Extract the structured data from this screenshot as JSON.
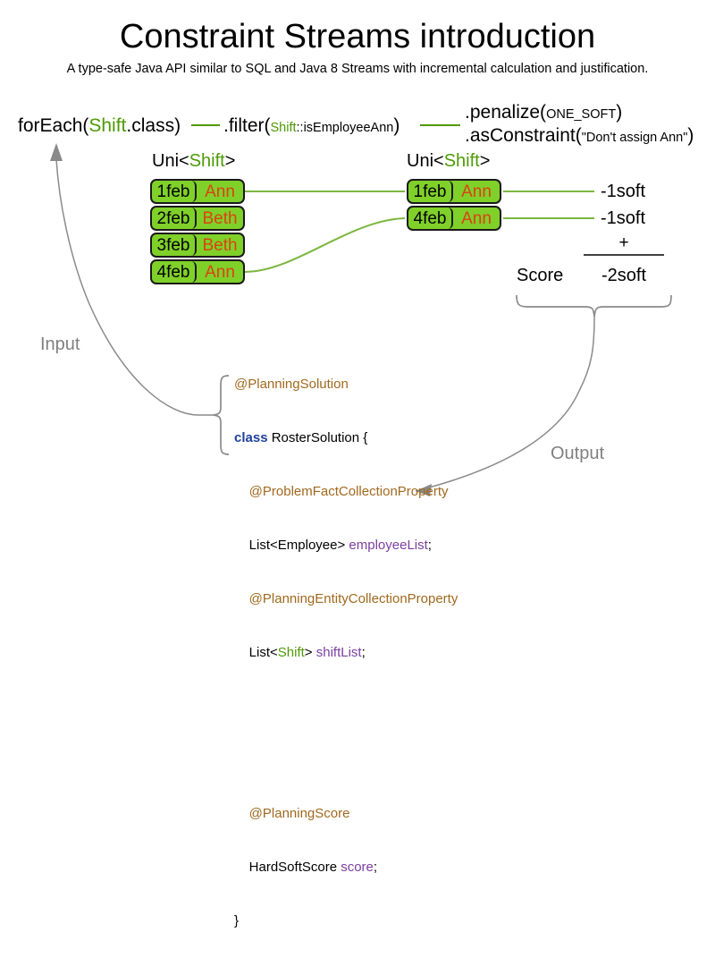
{
  "header": {
    "title": "Constraint Streams introduction",
    "subtitle": "A type-safe Java API similar to SQL and Java 8 Streams with incremental calculation and justification."
  },
  "pipeline": {
    "foreach": {
      "prefix": "forEach(",
      "type": "Shift",
      "suffix": ".class)"
    },
    "filter": {
      "prefix": ".filter(",
      "type": "Shift",
      "method": "::isEmployeeAnn",
      "suffix": ")"
    },
    "penalize": {
      "prefix": ".penalize(",
      "arg": "ONE_SOFT",
      "suffix": ")"
    },
    "as_constraint": {
      "prefix": ".asConstraint(",
      "arg": "\"Don't assign Ann\"",
      "suffix": ")"
    }
  },
  "streams": {
    "left": {
      "label_prefix": "Uni<",
      "label_type": "Shift",
      "label_suffix": ">",
      "facts": [
        {
          "date": "1feb",
          "employee": "Ann"
        },
        {
          "date": "2feb",
          "employee": "Beth"
        },
        {
          "date": "3feb",
          "employee": "Beth"
        },
        {
          "date": "4feb",
          "employee": "Ann"
        }
      ]
    },
    "right": {
      "label_prefix": "Uni<",
      "label_type": "Shift",
      "label_suffix": ">",
      "facts": [
        {
          "date": "1feb",
          "employee": "Ann",
          "score": "-1soft"
        },
        {
          "date": "4feb",
          "employee": "Ann",
          "score": "-1soft"
        }
      ]
    }
  },
  "score_summary": {
    "label": "Score",
    "operator": "+",
    "total": "-2soft"
  },
  "flow": {
    "input_label": "Input",
    "output_label": "Output"
  },
  "code": {
    "annotation_solution": "@PlanningSolution",
    "keyword_class": "class",
    "class_name": " RosterSolution {",
    "annotation_problem_fact": "    @ProblemFactCollectionProperty",
    "field_employee_type": "    List<Employee> ",
    "field_employee_name": "employeeList",
    "field_employee_semi": ";",
    "annotation_planning_entity": "    @PlanningEntityCollectionProperty",
    "field_shift_prefix": "    List<",
    "field_shift_type": "Shift",
    "field_shift_mid": "> ",
    "field_shift_name": "shiftList",
    "field_shift_semi": ";",
    "annotation_score": "    @PlanningScore",
    "field_score_type": "    HardSoftScore ",
    "field_score_name": "score",
    "field_score_semi": ";",
    "close_brace": "}"
  },
  "colors": {
    "green_accent": "#4E9A06",
    "chip_fill": "#80D02A",
    "chip_border": "#1A1A1A",
    "employee_text": "#D94312",
    "annotation": "#A0691E",
    "keyword": "#20419A",
    "field": "#7B3FA0",
    "flow_gray": "#808080"
  }
}
